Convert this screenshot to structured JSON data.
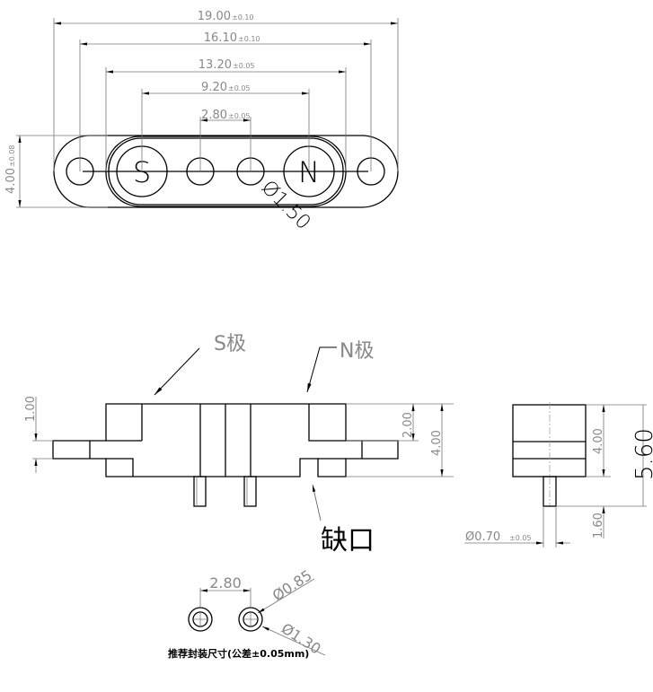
{
  "top_view": {
    "dims": [
      {
        "value": "19.00",
        "tol": "±0.10"
      },
      {
        "value": "16.10",
        "tol": "±0.10"
      },
      {
        "value": "13.20",
        "tol": "±0.05"
      },
      {
        "value": "9.20",
        "tol": "±0.05"
      },
      {
        "value": "2.80",
        "tol": "±0.05"
      }
    ],
    "height_dim": {
      "value": "4.00",
      "tol": "±0.08"
    },
    "diameter": "Ø1.50",
    "pole_s": "S",
    "pole_n": "N"
  },
  "front_view": {
    "s_pole_label": "S极",
    "n_pole_label": "N极",
    "notch_label": "缺口",
    "dim_1": "1.00",
    "dim_2": "2.00",
    "dim_4": "4.00"
  },
  "side_view": {
    "dim_4": "4.00",
    "dim_total": "5.60",
    "dim_pin": "1.60",
    "pin_diameter": "Ø0.70",
    "pin_tol": "±0.05"
  },
  "footprint": {
    "pitch": "2.80",
    "hole_d": "Ø0.85",
    "pad_d": "Ø1.30",
    "caption": "推荐封装尺寸(公差±0.05mm)"
  }
}
